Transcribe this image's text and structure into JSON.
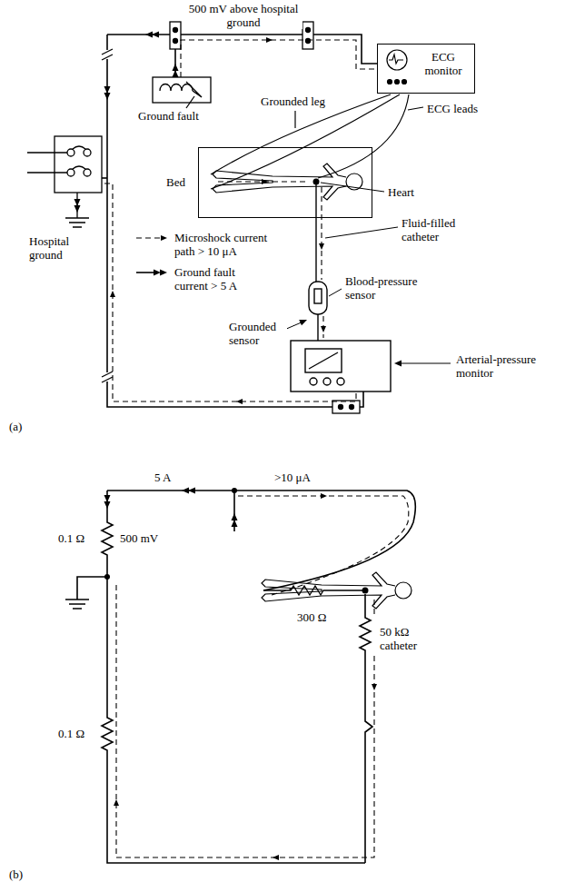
{
  "diagram": {
    "nodes": [
      {
        "text": [
          "ECG monitor"
        ]
      },
      {
        "text": [
          "Bed"
        ]
      }
    ],
    "labels": [
      "500 mV above hospital ground",
      "Grounded leg",
      "ECG leads",
      "Ground fault",
      "Heart",
      "Fluid-filled catheter",
      "Hospital ground",
      "Blood-pressure sensor",
      "Grounded sensor",
      "Arterial-pressure monitor",
      "(a)",
      "5 A",
      ">10 μA",
      "0.1 Ω",
      "500 mV",
      "300 Ω",
      "50 kΩ catheter",
      "0.1 Ω",
      "(b)"
    ],
    "legend": [
      {
        "text": "Microshock current path > 10 μA"
      },
      {
        "text": "Ground fault current > 5 A"
      }
    ]
  }
}
